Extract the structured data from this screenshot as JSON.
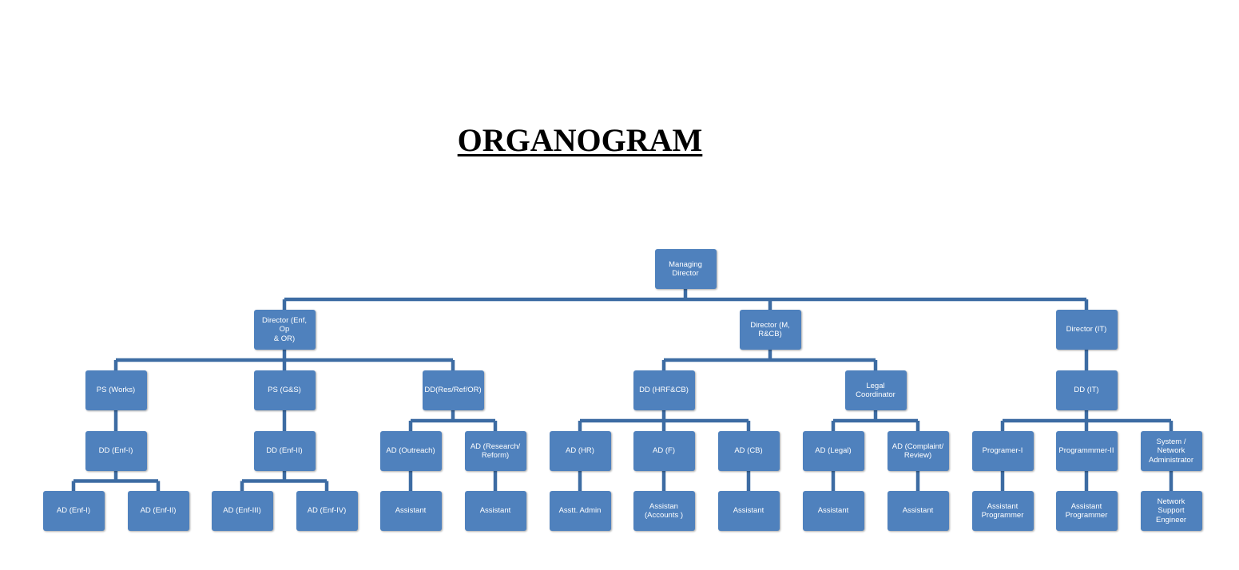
{
  "title": "ORGANOGRAM",
  "colors": {
    "box_fill": "#4f81bd",
    "connector": "#3d6ca3",
    "box_text": "#ffffff"
  },
  "nodes": {
    "md": {
      "label": "Managing\nDirector"
    },
    "dir_enf": {
      "label": "Director (Enf, Op\n& OR)"
    },
    "dir_m": {
      "label": "Director (M,\nR&CB)"
    },
    "dir_it": {
      "label": "Director (IT)"
    },
    "ps_works": {
      "label": "PS (Works)"
    },
    "ps_gs": {
      "label": "PS (G&S)"
    },
    "dd_res": {
      "label": "DD(Res/Ref/OR)"
    },
    "dd_hrf": {
      "label": "DD (HRF&CB)"
    },
    "legal_coord": {
      "label": "Legal\nCoordinator"
    },
    "dd_it": {
      "label": "DD (IT)"
    },
    "dd_enf1": {
      "label": "DD (Enf-I)"
    },
    "dd_enf2": {
      "label": "DD (Enf-II)"
    },
    "ad_outreach": {
      "label": "AD (Outreach)"
    },
    "ad_research": {
      "label": "AD (Research/\nReform)"
    },
    "ad_hr": {
      "label": "AD (HR)"
    },
    "ad_f": {
      "label": "AD (F)"
    },
    "ad_cb": {
      "label": "AD (CB)"
    },
    "ad_legal": {
      "label": "AD (Legal)"
    },
    "ad_complaint": {
      "label": "AD (Complaint/\nReview)"
    },
    "prog1": {
      "label": "Programer-I"
    },
    "prog2": {
      "label": "Programmmer-II"
    },
    "sysadmin": {
      "label": "System /\nNetwork\nAdministrator"
    },
    "ad_enf1": {
      "label": "AD (Enf-I)"
    },
    "ad_enf2": {
      "label": "AD (Enf-II)"
    },
    "ad_enf3": {
      "label": "AD (Enf-III)"
    },
    "ad_enf4": {
      "label": "AD (Enf-IV)"
    },
    "asst_outreach": {
      "label": "Assistant"
    },
    "asst_research": {
      "label": "Assistant"
    },
    "asst_admin": {
      "label": "Asstt. Admin"
    },
    "asst_accounts": {
      "label": "Assistan\n(Accounts )"
    },
    "asst_cb": {
      "label": "Assistant"
    },
    "asst_legal": {
      "label": "Assistant"
    },
    "asst_complaint": {
      "label": "Assistant"
    },
    "asst_prog1": {
      "label": "Assistant\nProgrammer"
    },
    "asst_prog2": {
      "label": "Assistant\nProgrammer"
    },
    "net_support": {
      "label": "Network\nSupport\nEngineer"
    }
  },
  "edges": [
    [
      "md",
      "dir_enf"
    ],
    [
      "md",
      "dir_m"
    ],
    [
      "md",
      "dir_it"
    ],
    [
      "dir_enf",
      "ps_works"
    ],
    [
      "dir_enf",
      "ps_gs"
    ],
    [
      "dir_enf",
      "dd_res"
    ],
    [
      "dir_m",
      "dd_hrf"
    ],
    [
      "dir_m",
      "legal_coord"
    ],
    [
      "dir_it",
      "dd_it"
    ],
    [
      "ps_works",
      "dd_enf1"
    ],
    [
      "ps_gs",
      "dd_enf2"
    ],
    [
      "dd_res",
      "ad_outreach"
    ],
    [
      "dd_res",
      "ad_research"
    ],
    [
      "dd_hrf",
      "ad_hr"
    ],
    [
      "dd_hrf",
      "ad_f"
    ],
    [
      "dd_hrf",
      "ad_cb"
    ],
    [
      "legal_coord",
      "ad_legal"
    ],
    [
      "legal_coord",
      "ad_complaint"
    ],
    [
      "dd_it",
      "prog1"
    ],
    [
      "dd_it",
      "prog2"
    ],
    [
      "dd_it",
      "sysadmin"
    ],
    [
      "dd_enf1",
      "ad_enf1"
    ],
    [
      "dd_enf1",
      "ad_enf2"
    ],
    [
      "dd_enf2",
      "ad_enf3"
    ],
    [
      "dd_enf2",
      "ad_enf4"
    ],
    [
      "ad_outreach",
      "asst_outreach"
    ],
    [
      "ad_research",
      "asst_research"
    ],
    [
      "ad_hr",
      "asst_admin"
    ],
    [
      "ad_f",
      "asst_accounts"
    ],
    [
      "ad_cb",
      "asst_cb"
    ],
    [
      "ad_legal",
      "asst_legal"
    ],
    [
      "ad_complaint",
      "asst_complaint"
    ],
    [
      "prog1",
      "asst_prog1"
    ],
    [
      "prog2",
      "asst_prog2"
    ],
    [
      "sysadmin",
      "net_support"
    ]
  ]
}
